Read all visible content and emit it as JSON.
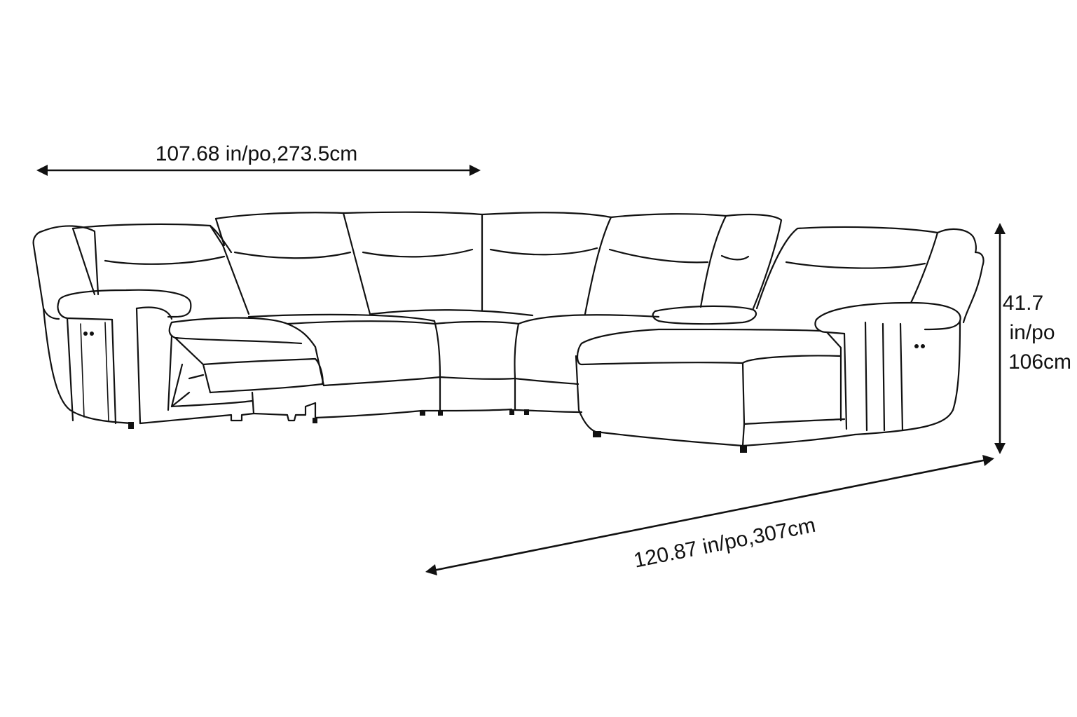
{
  "dimensions": {
    "top_width": "107.68 in/po,273.5cm",
    "height_line1": "41.7",
    "height_line2": "in/po",
    "height_line3": "106cm",
    "diagonal_width": "120.87 in/po,307cm"
  },
  "colors": {
    "line": "#111111",
    "background": "#ffffff"
  }
}
